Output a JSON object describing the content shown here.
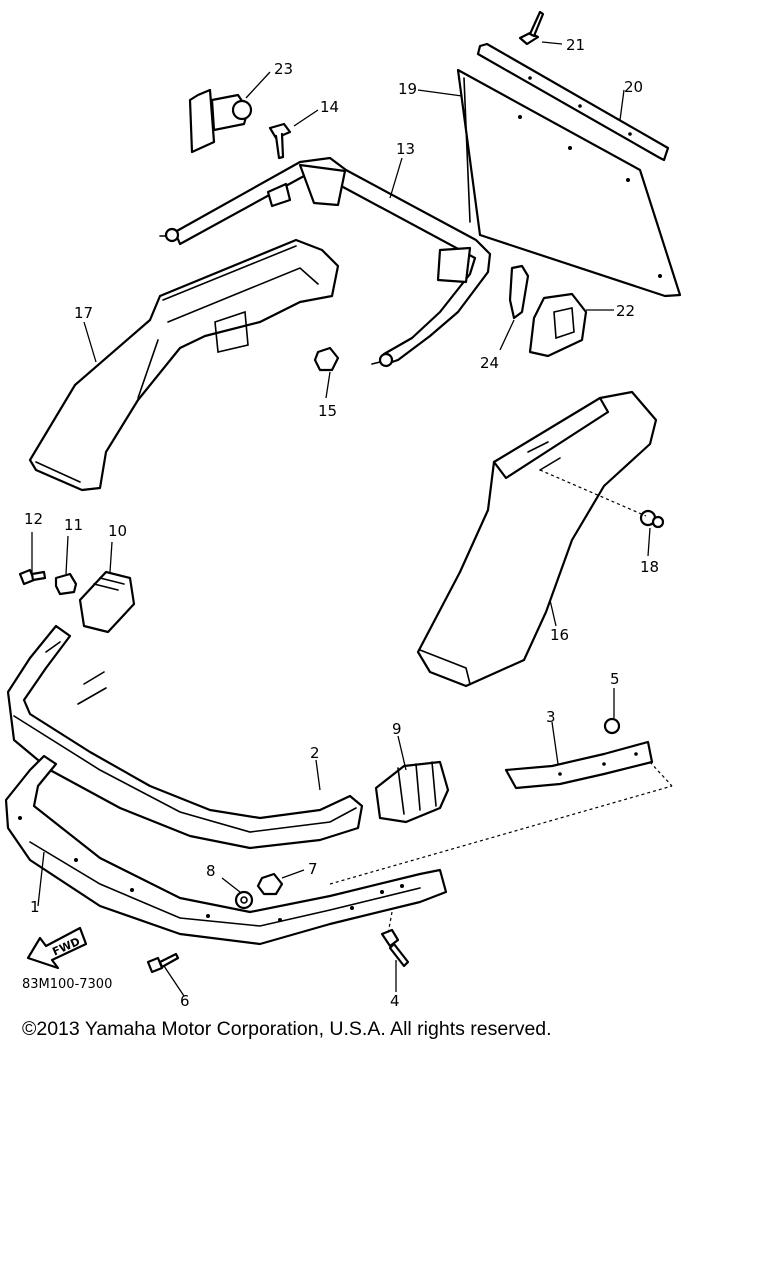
{
  "diagram": {
    "callouts": [
      "1",
      "2",
      "3",
      "4",
      "5",
      "6",
      "7",
      "8",
      "9",
      "10",
      "11",
      "12",
      "13",
      "14",
      "15",
      "16",
      "17",
      "18",
      "19",
      "20",
      "21",
      "22",
      "23",
      "24"
    ],
    "code": "83M100-7300",
    "fwd_label": "FWD"
  },
  "copyright": "©2013 Yamaha Motor Corporation, U.S.A. All rights reserved."
}
